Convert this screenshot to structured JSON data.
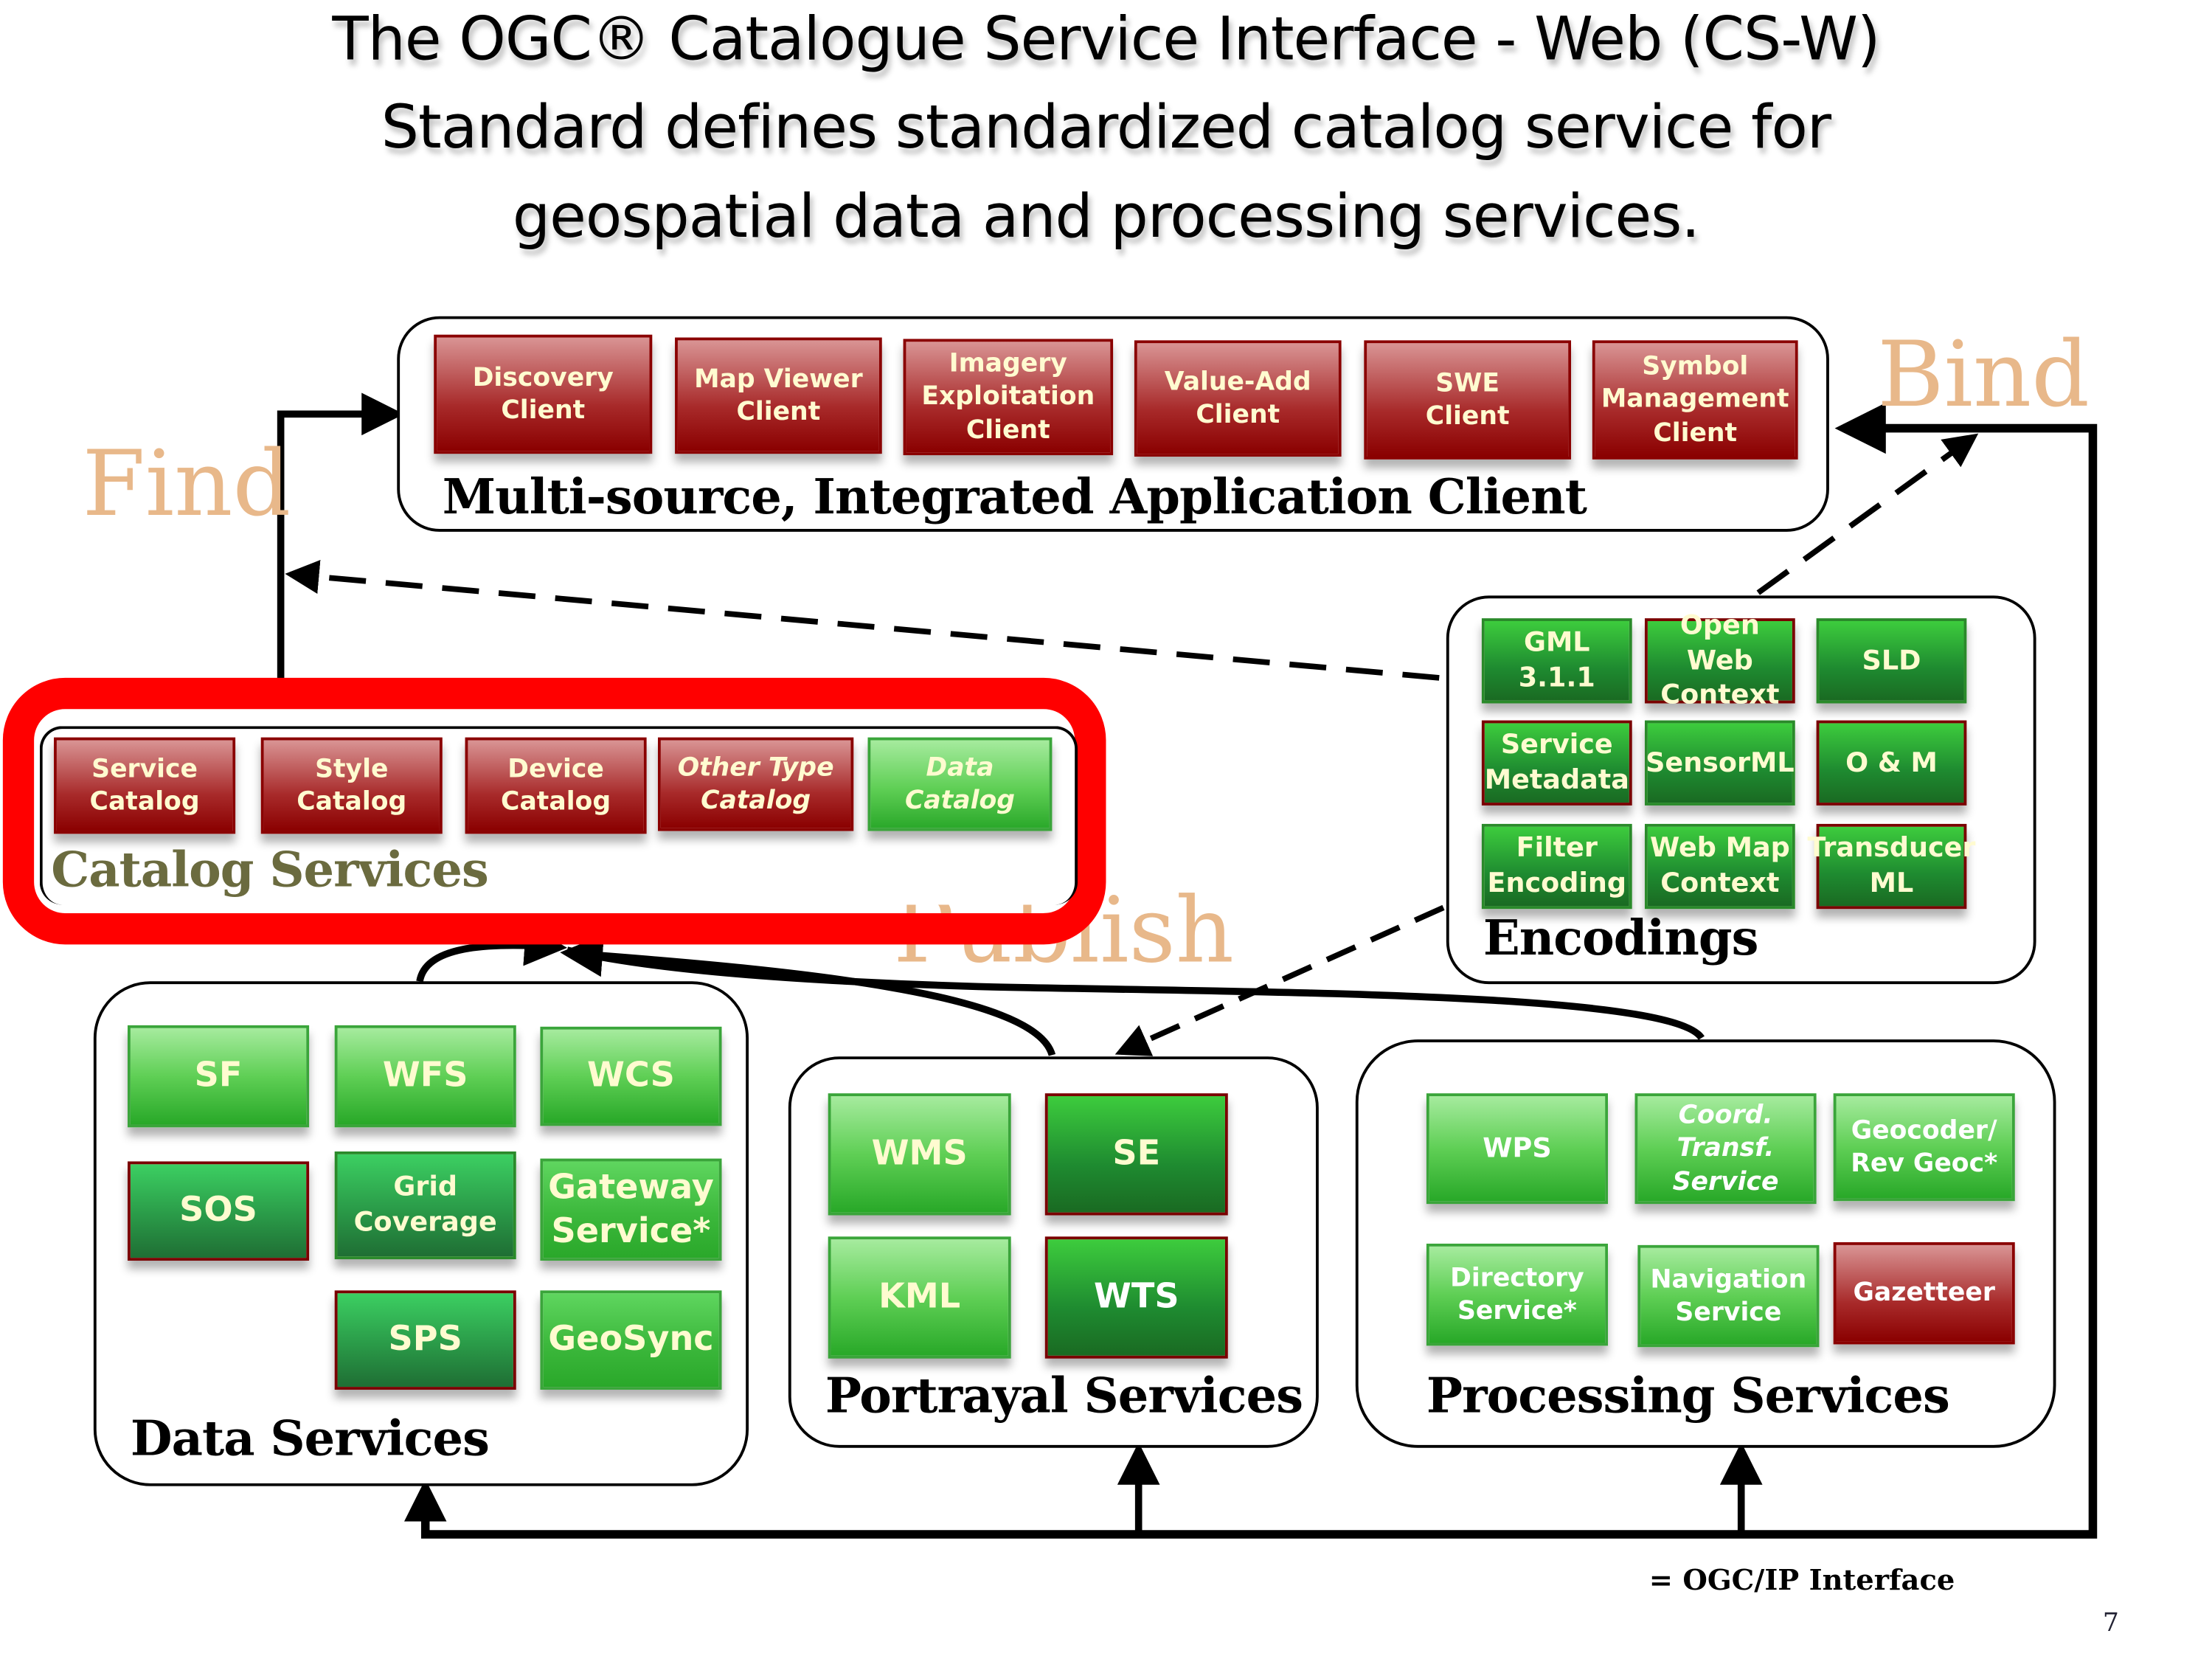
{
  "title": {
    "line1": "The OGC® Catalogue Service Interface - Web (CS-W)",
    "line2": "Standard defines standardized catalog service for",
    "line3": "geospatial data and processing services."
  },
  "flow_labels": {
    "find": "Find",
    "bind": "Bind",
    "publish": "Publish"
  },
  "client_panel": {
    "label": "Multi-source, Integrated Application Client",
    "items": [
      {
        "text": "Discovery\nClient"
      },
      {
        "text": "Map Viewer\nClient"
      },
      {
        "text": "Imagery\nExploitation\nClient"
      },
      {
        "text": "Value-Add\nClient"
      },
      {
        "text": "SWE\nClient"
      },
      {
        "text": "Symbol\nManagement\nClient"
      }
    ]
  },
  "catalog_panel": {
    "label": "Catalog Services",
    "highlighted": true,
    "items": [
      {
        "text": "Service\nCatalog"
      },
      {
        "text": "Style\nCatalog"
      },
      {
        "text": "Device\nCatalog"
      },
      {
        "text": "Other Type\nCatalog"
      },
      {
        "text": "Data\nCatalog"
      }
    ]
  },
  "encodings_panel": {
    "label": "Encodings",
    "items": [
      {
        "text": "GML\n3.1.1"
      },
      {
        "text": "Open Web\nContext"
      },
      {
        "text": "SLD"
      },
      {
        "text": "Service\nMetadata"
      },
      {
        "text": "SensorML"
      },
      {
        "text": "O & M"
      },
      {
        "text": "Filter\nEncoding"
      },
      {
        "text": "Web Map\nContext"
      },
      {
        "text": "Transducer\nML"
      }
    ]
  },
  "data_panel": {
    "label": "Data Services",
    "items": [
      {
        "text": "SF"
      },
      {
        "text": "WFS"
      },
      {
        "text": "WCS"
      },
      {
        "text": "SOS"
      },
      {
        "text": "Grid\nCoverage"
      },
      {
        "text": "Gateway\nService*"
      },
      {
        "text": "SPS"
      },
      {
        "text": "GeoSync"
      }
    ]
  },
  "portrayal_panel": {
    "label": "Portrayal Services",
    "items": [
      {
        "text": "WMS"
      },
      {
        "text": "SE"
      },
      {
        "text": "KML"
      },
      {
        "text": "WTS"
      }
    ]
  },
  "processing_panel": {
    "label": "Processing Services",
    "items": [
      {
        "text": "WPS"
      },
      {
        "text": "Coord.\nTransf.\nService"
      },
      {
        "text": "Geocoder/\nRev Geoc*"
      },
      {
        "text": "Directory\nService*"
      },
      {
        "text": "Navigation\nService"
      },
      {
        "text": "Gazetteer"
      }
    ]
  },
  "legend": {
    "text": "= OGC/IP Interface"
  },
  "page_number": "7",
  "colors": {
    "client_red": "#a82a2a",
    "service_green": "#5fcf55",
    "highlight_red": "#ff0000",
    "flow_label": "#e8b88a",
    "catalog_label": "#6b6b3f"
  }
}
